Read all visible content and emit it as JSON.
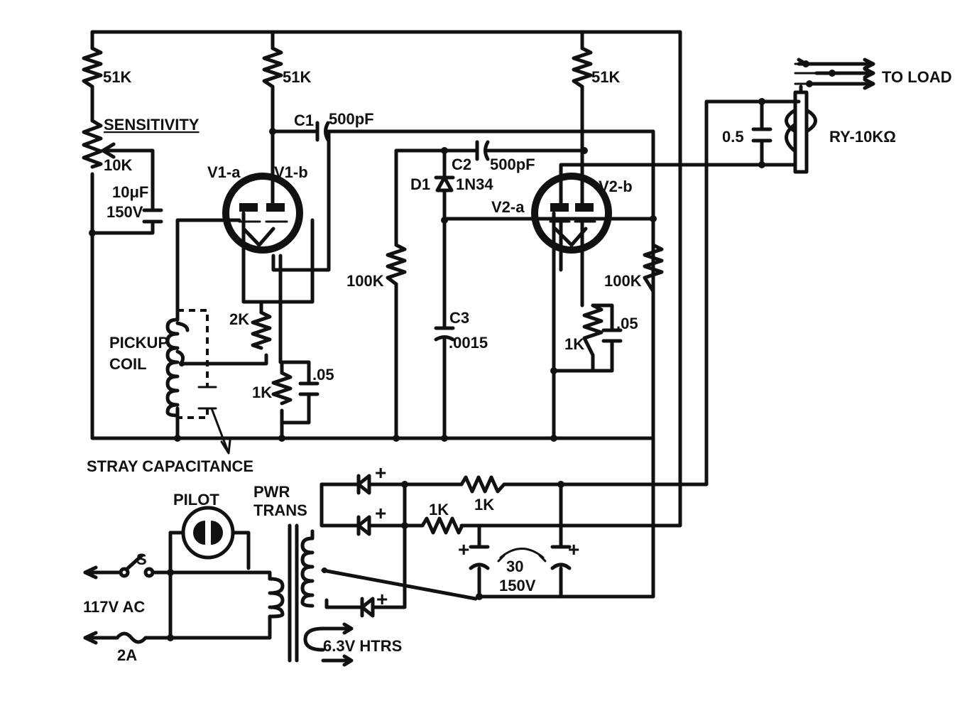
{
  "diagram": {
    "resistors": {
      "r_top_left": "51K",
      "r_top_mid": "51K",
      "r_top_right": "51K",
      "sensitivity_pot": "10K",
      "r_2k": "2K",
      "r_1k_v1": "1K",
      "r_100k_left": "100K",
      "r_100k_right": "100K",
      "r_1k_v2": "1K",
      "r_1k_supply_a": "1K",
      "r_1k_supply_b": "1K"
    },
    "capacitors": {
      "c_10uf_value": "10μF",
      "c_10uf_voltage": "150V",
      "c1_name": "C1",
      "c1_value": "500pF",
      "c2_name": "C2",
      "c2_value": "500pF",
      "c3_name": "C3",
      "c3_value": ".0015",
      "c_v1_bypass": ".05",
      "c_v2_bypass": ".05",
      "c_relay": "0.5",
      "c_filter_value": "30",
      "c_filter_voltage": "150V",
      "plus_sign": "+"
    },
    "labels": {
      "sensitivity": "SENSITIVITY",
      "v1a": "V1-a",
      "v1b": "V1-b",
      "v2a": "V2-a",
      "v2b": "V2-b",
      "diode_name": "D1",
      "diode_type": "1N34",
      "pickup_line1": "PICKUP",
      "pickup_line2": "COIL",
      "stray": "STRAY CAPACITANCE",
      "relay": "RY-10KΩ",
      "to_load": "TO LOAD",
      "pilot": "PILOT",
      "pwr_line1": "PWR",
      "pwr_line2": "TRANS",
      "switch": "S",
      "mains": "117V AC",
      "fuse": "2A",
      "heaters": "6.3V HTRS"
    }
  }
}
